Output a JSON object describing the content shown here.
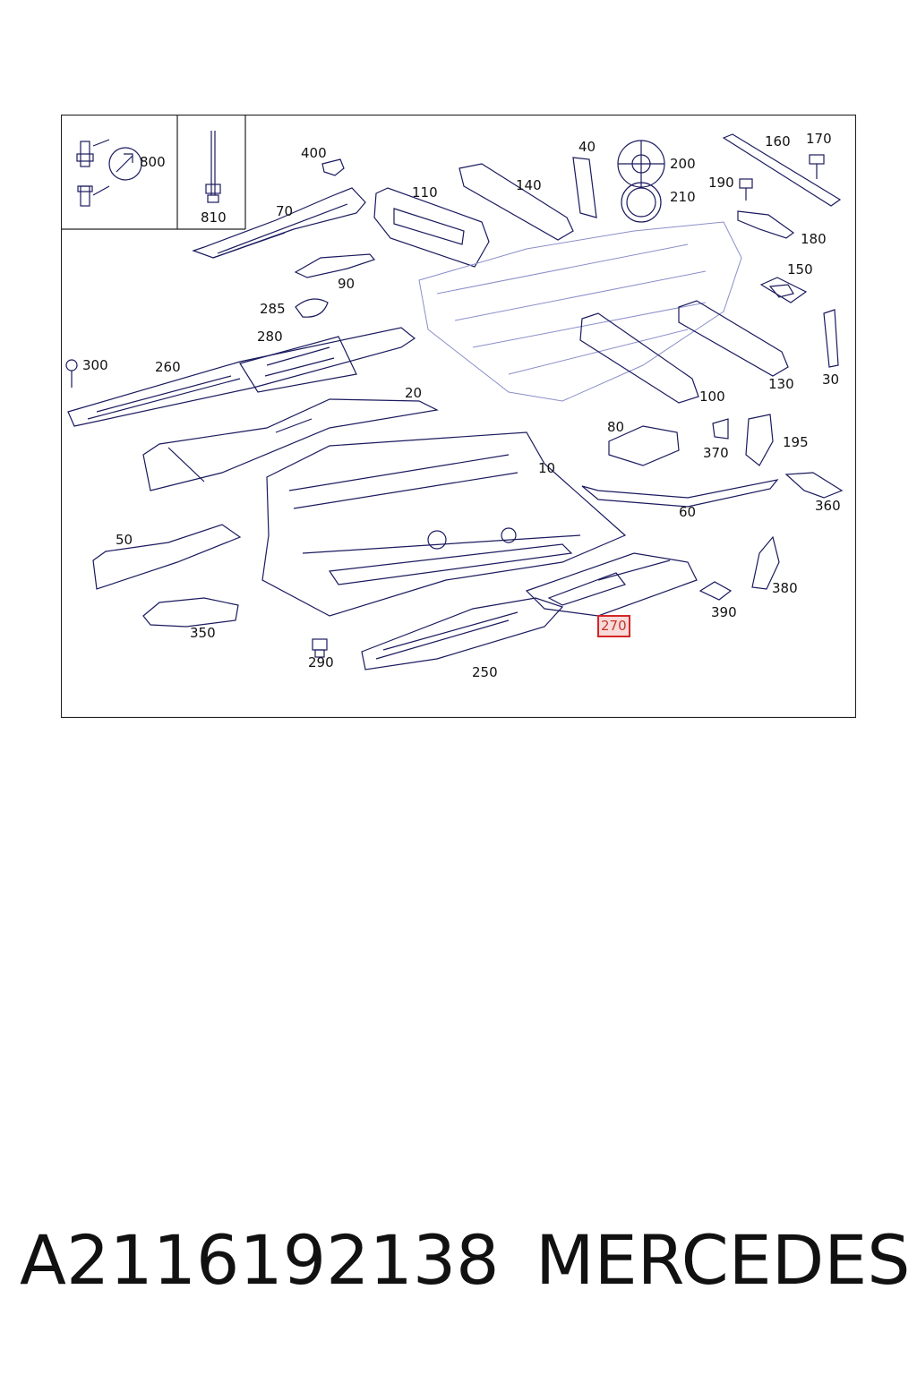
{
  "diagram": {
    "callouts": {
      "c800": "800",
      "c810": "810",
      "c400": "400",
      "c70": "70",
      "c110": "110",
      "c140": "140",
      "c40": "40",
      "c200": "200",
      "c210": "210",
      "c160": "160",
      "c170": "170",
      "c190": "190",
      "c180": "180",
      "c90": "90",
      "c285": "285",
      "c150": "150",
      "c280": "280",
      "c300": "300",
      "c260": "260",
      "c100": "100",
      "c130": "130",
      "c30": "30",
      "c20": "20",
      "c80": "80",
      "c370": "370",
      "c195": "195",
      "c10": "10",
      "c60": "60",
      "c360": "360",
      "c50": "50",
      "c380": "380",
      "c390": "390",
      "c350": "350",
      "c270": "270",
      "c290": "290",
      "c250": "250"
    },
    "highlighted_part": "270",
    "colors": {
      "line": "#1a1a5e",
      "faded": "#8a8fc8",
      "highlight": "#d42626"
    }
  },
  "footer": {
    "part_number": "A2116192138",
    "brand": "MERCEDES"
  }
}
